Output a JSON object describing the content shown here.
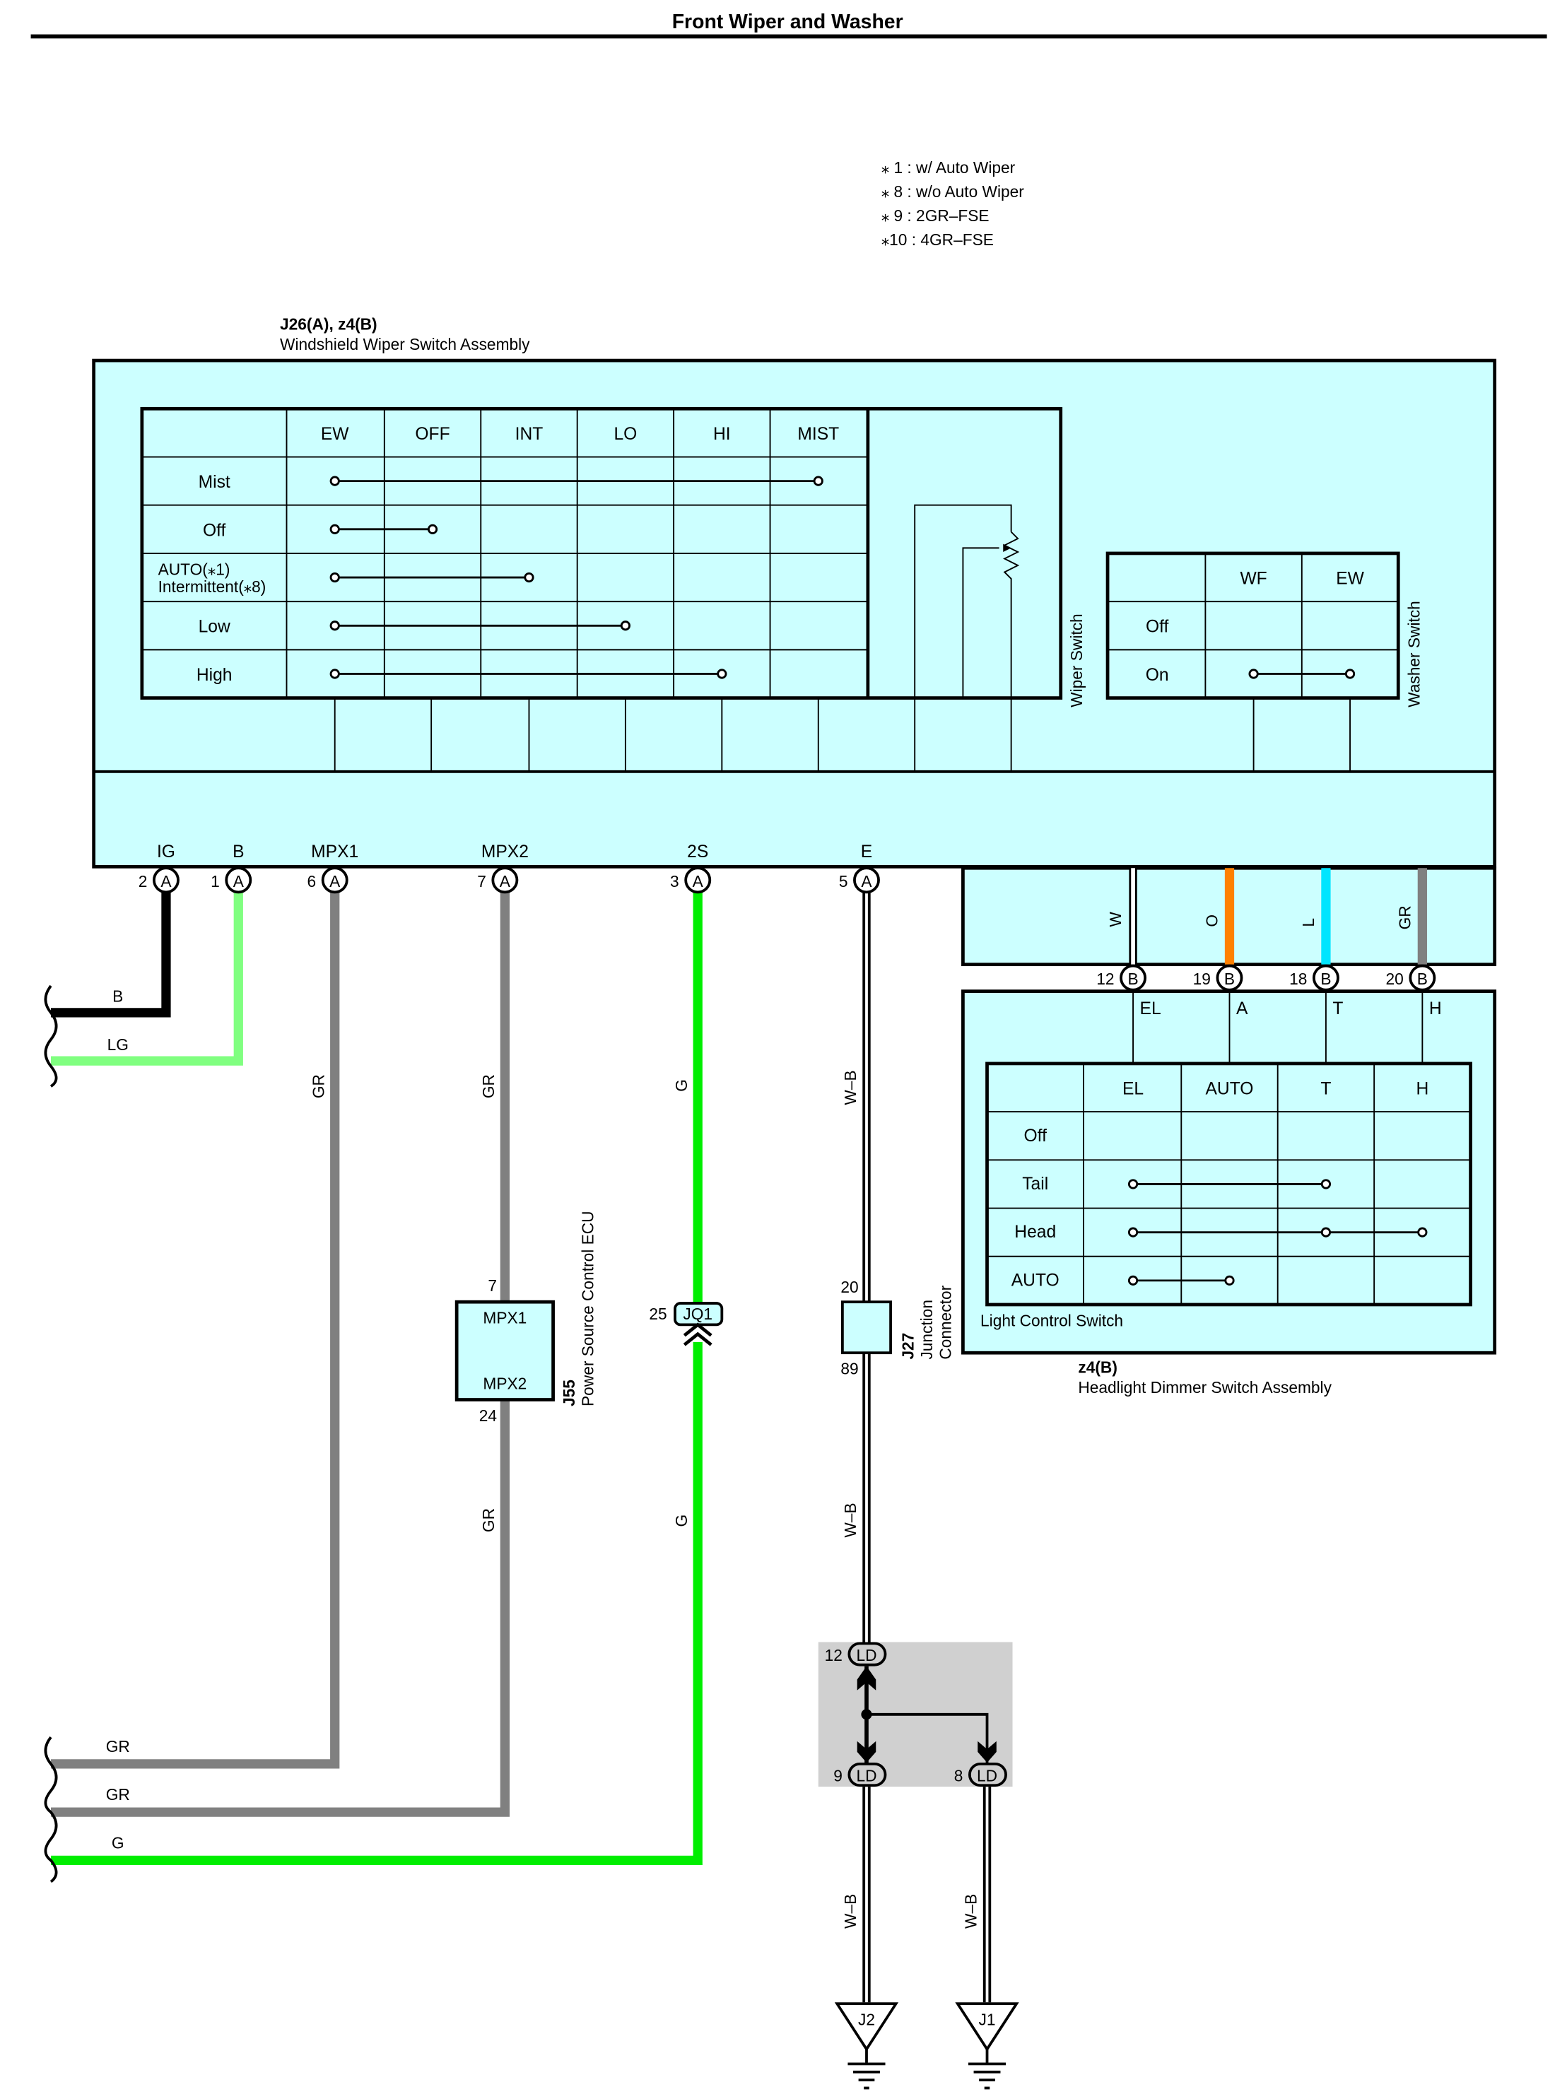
{
  "title": "Front Wiper and Washer",
  "notes": [
    "⁎ 1 : w/ Auto Wiper",
    "⁎ 8 : w/o Auto Wiper",
    "⁎ 9 : 2GR–FSE",
    "⁎10 : 4GR–FSE"
  ],
  "colors": {
    "fill": "#ccffff",
    "black_wire": "#000000",
    "lg_wire": "#80ff80",
    "gr_wire": "#808080",
    "g_wire": "#00ee00",
    "orange_wire": "#ff8000",
    "cyan_wire": "#00e5ff",
    "gray_box": "#d0d0d0"
  },
  "wiper_assembly": {
    "code": "J26(A), z4(B)",
    "name": "Windshield Wiper Switch Assembly",
    "wiper_switch": {
      "label": "Wiper Switch",
      "columns": [
        "EW",
        "OFF",
        "INT",
        "LO",
        "HI",
        "MIST"
      ],
      "rows": [
        "Mist",
        "Off",
        "AUTO(⁎1)",
        "Intermittent(⁎8)",
        "Low",
        "High"
      ]
    },
    "washer_switch": {
      "label": "Washer Switch",
      "columns": [
        "WF",
        "EW"
      ],
      "rows": [
        "Off",
        "On"
      ]
    },
    "terminals": [
      {
        "name": "IG",
        "pin": "2",
        "conn": "A"
      },
      {
        "name": "B",
        "pin": "1",
        "conn": "A"
      },
      {
        "name": "MPX1",
        "pin": "6",
        "conn": "A"
      },
      {
        "name": "MPX2",
        "pin": "7",
        "conn": "A"
      },
      {
        "name": "2S",
        "pin": "3",
        "conn": "A"
      },
      {
        "name": "E",
        "pin": "5",
        "conn": "A"
      }
    ]
  },
  "dimmer_wires": [
    {
      "color": "W",
      "pin": "12",
      "conn": "B",
      "terminal": "EL"
    },
    {
      "color": "O",
      "pin": "19",
      "conn": "B",
      "terminal": "A"
    },
    {
      "color": "L",
      "pin": "18",
      "conn": "B",
      "terminal": "T"
    },
    {
      "color": "GR",
      "pin": "20",
      "conn": "B",
      "terminal": "H"
    }
  ],
  "light_switch": {
    "label": "Light Control Switch",
    "columns": [
      "EL",
      "AUTO",
      "T",
      "H"
    ],
    "rows": [
      "Off",
      "Tail",
      "Head",
      "AUTO"
    ],
    "assembly_code": "z4(B)",
    "assembly_name": "Headlight Dimmer Switch Assembly"
  },
  "left_wires": {
    "top": [
      "B",
      "LG"
    ],
    "bottom": [
      "GR",
      "GR",
      "G"
    ]
  },
  "wire_labels": {
    "gr": "GR",
    "g": "G",
    "wb": "W–B"
  },
  "ecu": {
    "code": "J55",
    "name": "Power Source Control ECU",
    "pin_top": "7",
    "pin_bottom": "24",
    "label_top": "MPX1",
    "label_bottom": "MPX2"
  },
  "jq1": {
    "pin": "25",
    "label": "JQ1"
  },
  "junction": {
    "code": "J27",
    "name_line1": "Junction",
    "name_line2": "Connector",
    "pin_top": "20",
    "pin_bottom": "89"
  },
  "ld_connectors": {
    "top_pin": "12",
    "left_pin": "9",
    "right_pin": "8",
    "label": "LD"
  },
  "grounds": [
    "J2",
    "J1"
  ]
}
